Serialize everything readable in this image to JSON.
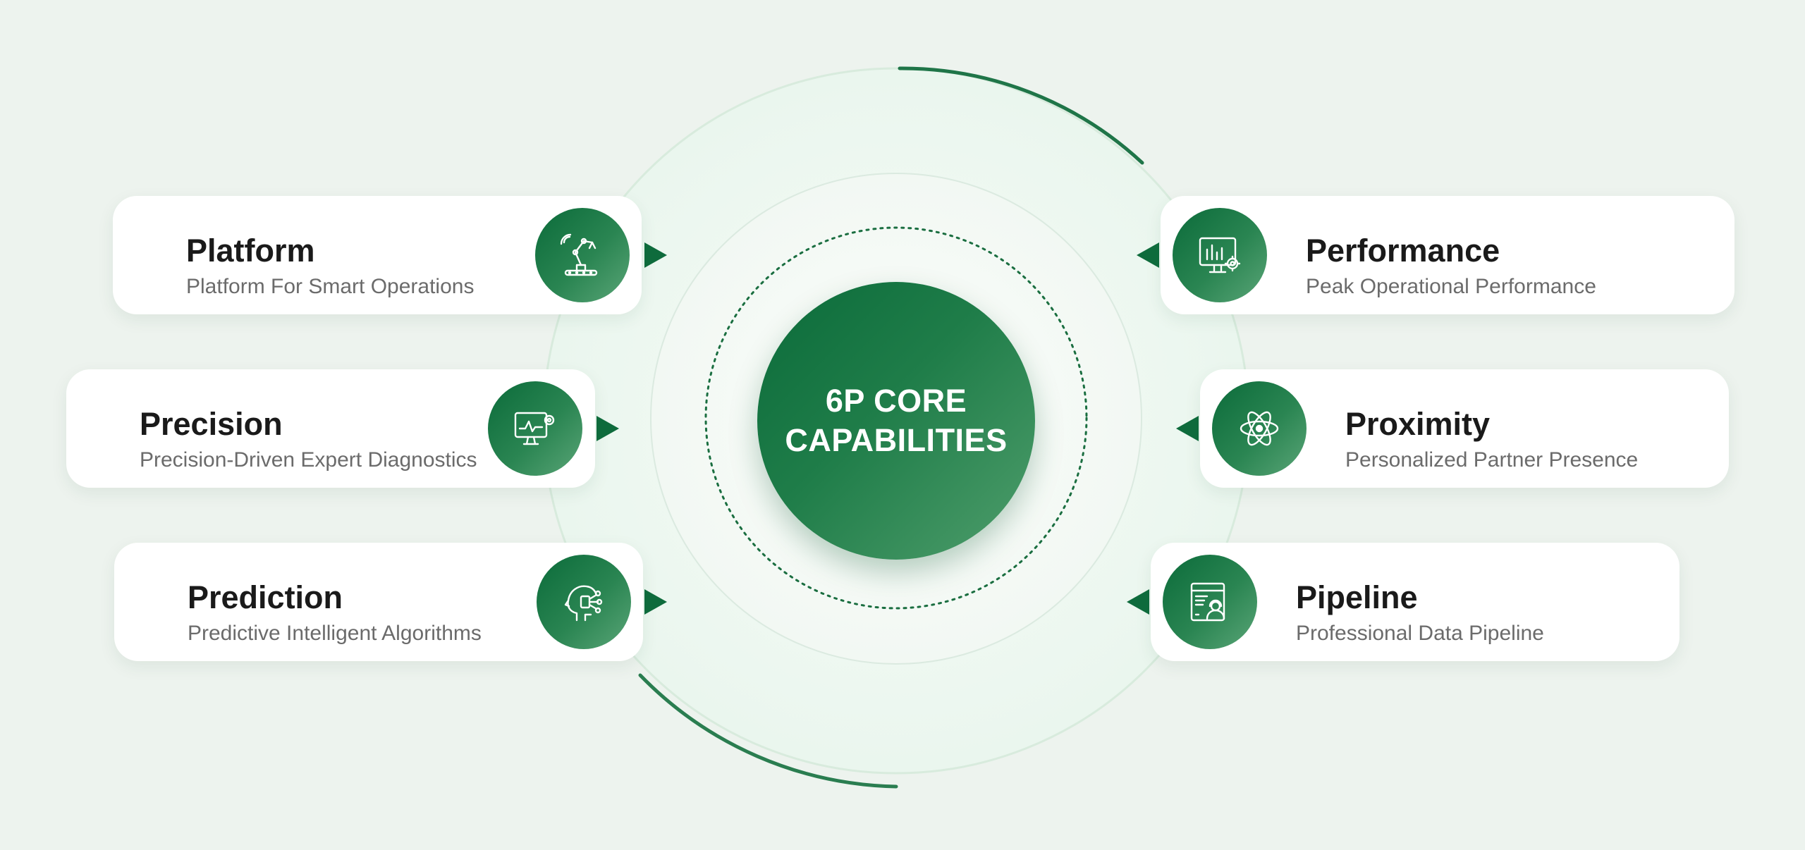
{
  "center": {
    "title": "6P CORE CAPABILITIES"
  },
  "items": [
    {
      "title": "Platform",
      "subtitle": "Platform For Smart Operations",
      "icon": "robot-arm-icon"
    },
    {
      "title": "Precision",
      "subtitle": "Precision-Driven Expert Diagnostics",
      "icon": "monitor-diagnostics-icon"
    },
    {
      "title": "Prediction",
      "subtitle": "Predictive Intelligent Algorithms",
      "icon": "ai-head-icon"
    },
    {
      "title": "Performance",
      "subtitle": "Peak Operational Performance",
      "icon": "performance-monitor-icon"
    },
    {
      "title": "Proximity",
      "subtitle": "Personalized Partner Presence",
      "icon": "atom-icon"
    },
    {
      "title": "Pipeline",
      "subtitle": "Professional Data Pipeline",
      "icon": "data-pipeline-icon"
    }
  ],
  "colors": {
    "background": "#edf3ee",
    "accent": "#0e6b3c",
    "accent_light": "#5aa577",
    "card": "#ffffff"
  }
}
